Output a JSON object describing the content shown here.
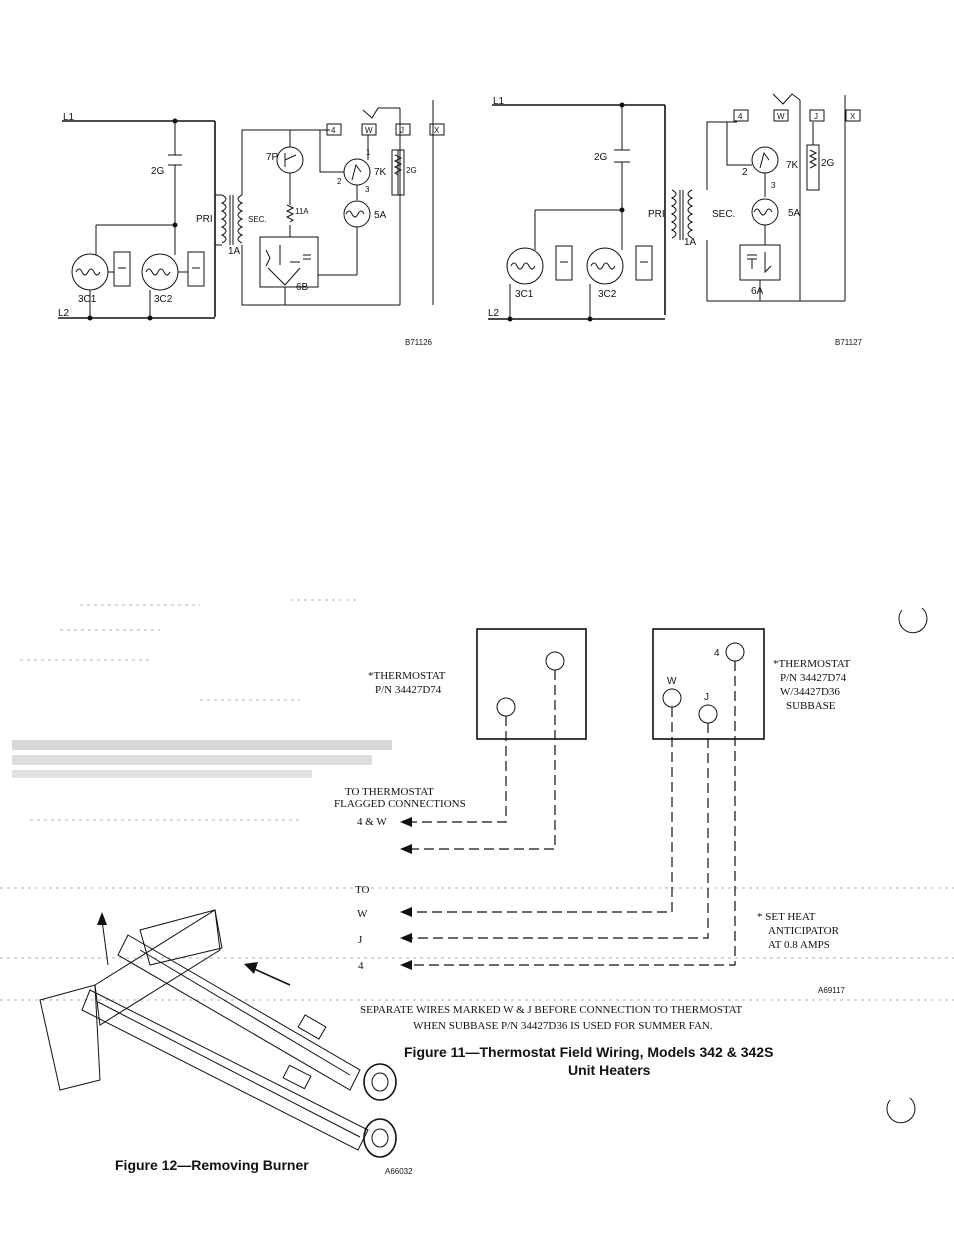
{
  "diagram_left": {
    "line1": "L1",
    "line2": "L2",
    "primary": "PRI",
    "secondary": "SEC.",
    "transformer": "1A",
    "cap_2g_left": "2G",
    "cap_2g_right": "2G",
    "resistor_11a": "11A",
    "relay_7p": "7P",
    "relay_7k": "7K",
    "pin1": "1",
    "pin2": "2",
    "pin3": "3",
    "valve_5a": "5A",
    "module_6b": "6B",
    "burner1": "3C1",
    "burner2": "3C2",
    "term_4": "4",
    "term_w": "W",
    "term_j": "J",
    "term_x": "X",
    "code": "B71126"
  },
  "diagram_right": {
    "line1": "L1",
    "line2": "L2",
    "primary": "PRI",
    "secondary": "SEC.",
    "transformer": "1A",
    "cap_2g_left": "2G",
    "cap_2g_right": "2G",
    "relay_7k": "7K",
    "pin2": "2",
    "pin3": "3",
    "valve_5a": "5A",
    "module_6a": "6A",
    "burner1": "3C1",
    "burner2": "3C2",
    "term_4": "4",
    "term_w": "W",
    "term_j": "J",
    "term_x": "X",
    "code": "B71127"
  },
  "thermostat": {
    "left_label_1": "*THERMOSTAT",
    "left_label_2": "P/N 34427D74",
    "right_label_1": "*THERMOSTAT",
    "right_label_2": "P/N 34427D74",
    "right_label_3": "W/34427D36",
    "right_label_4": "SUBBASE",
    "to_thermostat": "TO THERMOSTAT",
    "flagged": "FLAGGED CONNECTIONS",
    "four_w": "4 & W",
    "to": "TO",
    "w": "W",
    "j": "J",
    "four": "4",
    "knob_w": "W",
    "knob_j": "J",
    "knob_4": "4",
    "note_1": "* SET HEAT",
    "note_2": "ANTICIPATOR",
    "note_3": "AT 0.8 AMPS",
    "code": "A69117",
    "separate_1": "SEPARATE WIRES MARKED W & J BEFORE CONNECTION TO THERMOSTAT",
    "separate_2": "WHEN SUBBASE P/N 34427D36 IS USED FOR SUMMER FAN.",
    "fig11_1": "Figure 11—Thermostat Field Wiring, Models 342 & 342S",
    "fig11_2": "Unit Heaters"
  },
  "burner_figure": {
    "caption": "Figure 12—Removing Burner",
    "code": "A66032"
  }
}
